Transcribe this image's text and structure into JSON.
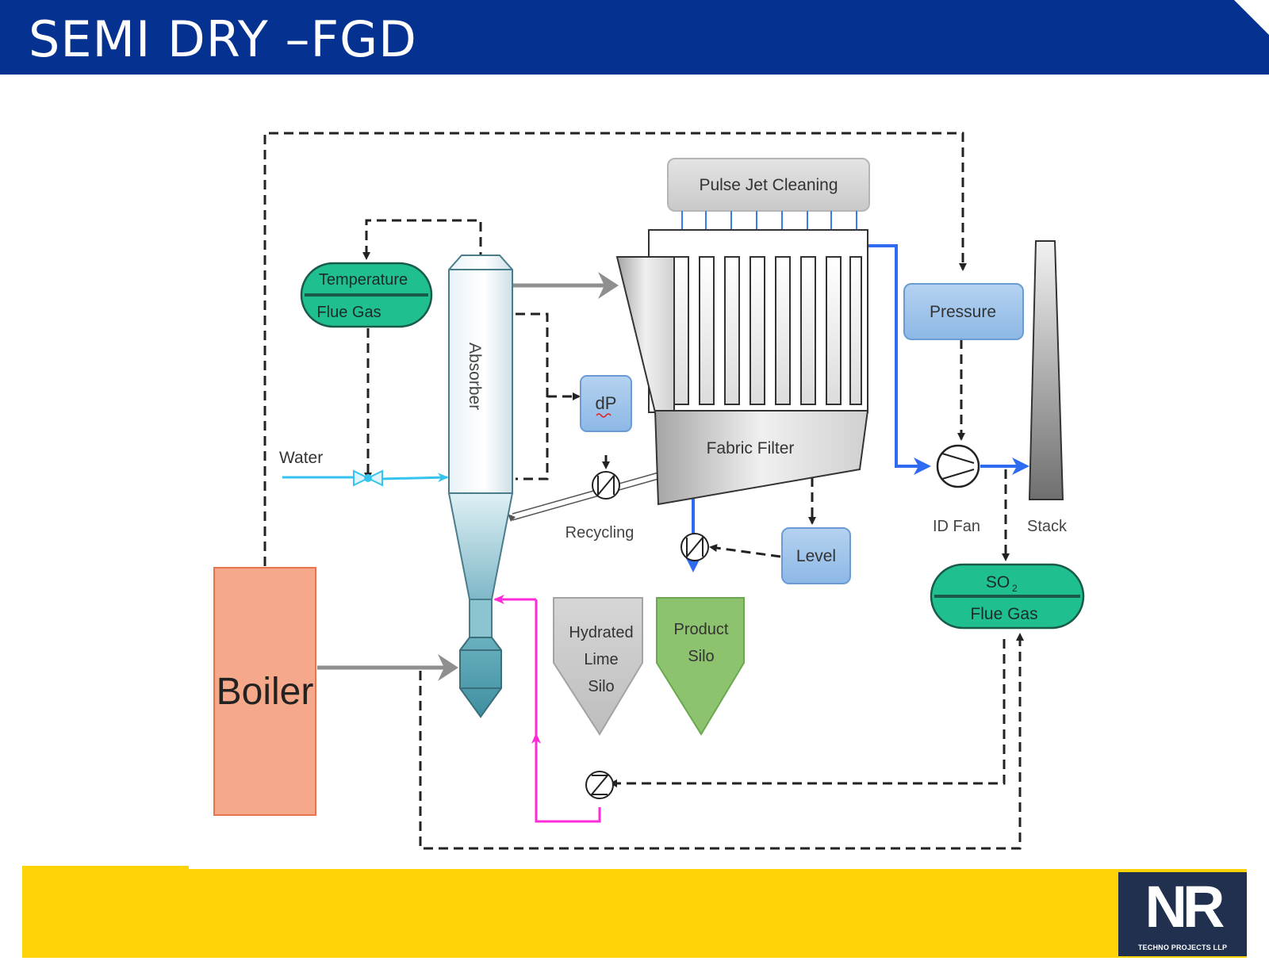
{
  "slide": {
    "title": "SEMI DRY –FGD"
  },
  "diagram": {
    "pulse_jet": "Pulse Jet Cleaning",
    "temperature": "Temperature",
    "flue_gas_top": "Flue Gas",
    "absorber": "Absorber",
    "dp": "dP",
    "water": "Water",
    "recycling": "Recycling",
    "fabric_filter": "Fabric Filter",
    "pressure": "Pressure",
    "id_fan": "ID Fan",
    "stack": "Stack",
    "level": "Level",
    "so2": "SO",
    "so2_sub": "2",
    "flue_gas_bottom": "Flue Gas",
    "hydrated_lime": [
      "Hydrated",
      "Lime",
      "Silo"
    ],
    "product_silo": [
      "Product",
      "Silo"
    ],
    "boiler": "Boiler"
  },
  "logo": {
    "mark": "NR",
    "tagline": "TECHNO PROJECTS LLP"
  },
  "colors": {
    "header_blue": "#053191",
    "footer_yellow": "#fdd308",
    "instrument_green": "#1fbf8f",
    "instrument_blue": "#9cc3ea",
    "gas_blue": "#2f6bf0",
    "water_cyan": "#35c3f0",
    "lime_magenta": "#ff2bd6",
    "boiler_orange": "#f6a98a",
    "product_green": "#8dc26f"
  }
}
